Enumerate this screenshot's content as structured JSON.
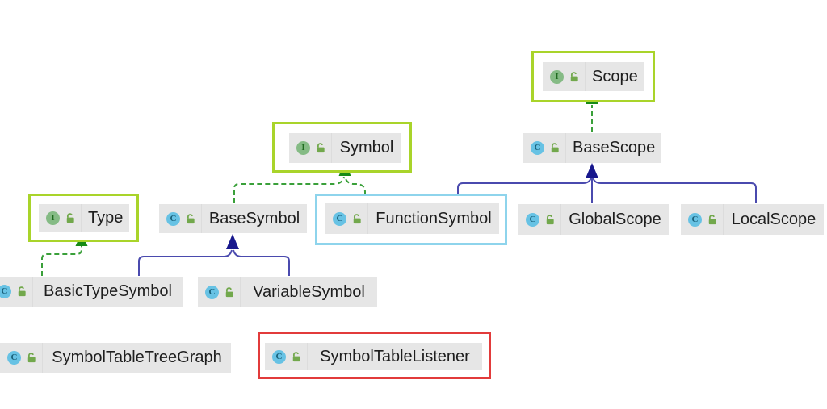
{
  "diagram": {
    "type": "uml-class-hierarchy",
    "nodes": [
      {
        "label": "Scope",
        "kind": "interface",
        "icon_letter": "I",
        "selection": "green"
      },
      {
        "label": "BaseScope",
        "kind": "class",
        "icon_letter": "C",
        "selection": "none"
      },
      {
        "label": "Symbol",
        "kind": "interface",
        "icon_letter": "I",
        "selection": "green"
      },
      {
        "label": "Type",
        "kind": "interface",
        "icon_letter": "I",
        "selection": "green"
      },
      {
        "label": "BaseSymbol",
        "kind": "class",
        "icon_letter": "C",
        "selection": "none"
      },
      {
        "label": "FunctionSymbol",
        "kind": "class",
        "icon_letter": "C",
        "selection": "cyan"
      },
      {
        "label": "GlobalScope",
        "kind": "class",
        "icon_letter": "C",
        "selection": "none"
      },
      {
        "label": "LocalScope",
        "kind": "class",
        "icon_letter": "C",
        "selection": "none"
      },
      {
        "label": "BasicTypeSymbol",
        "kind": "class",
        "icon_letter": "C",
        "selection": "none"
      },
      {
        "label": "VariableSymbol",
        "kind": "class",
        "icon_letter": "C",
        "selection": "none"
      },
      {
        "label": "SymbolTableTreeGraph",
        "kind": "class",
        "icon_letter": "C",
        "selection": "none"
      },
      {
        "label": "SymbolTableListener",
        "kind": "class",
        "icon_letter": "C",
        "selection": "red"
      }
    ],
    "edges": [
      {
        "from": "BaseScope",
        "to": "Scope",
        "relation": "implements"
      },
      {
        "from": "BaseSymbol",
        "to": "Symbol",
        "relation": "implements"
      },
      {
        "from": "FunctionSymbol",
        "to": "Symbol",
        "relation": "implements"
      },
      {
        "from": "BasicTypeSymbol",
        "to": "Type",
        "relation": "implements"
      },
      {
        "from": "BasicTypeSymbol",
        "to": "BaseSymbol",
        "relation": "extends"
      },
      {
        "from": "VariableSymbol",
        "to": "BaseSymbol",
        "relation": "extends"
      },
      {
        "from": "FunctionSymbol",
        "to": "BaseScope",
        "relation": "extends"
      },
      {
        "from": "GlobalScope",
        "to": "BaseScope",
        "relation": "extends"
      },
      {
        "from": "LocalScope",
        "to": "BaseScope",
        "relation": "extends"
      }
    ],
    "colors": {
      "node_background": "#e6e6e6",
      "selection_green": "#a9d42a",
      "selection_cyan": "#8ed4ec",
      "selection_red": "#e23b3b",
      "implements_edge": "#3aa03a",
      "extends_edge": "#4a4aae",
      "interface_icon": "#85bb85",
      "class_icon": "#67c2e4",
      "lock_icon": "#72a84c"
    }
  }
}
